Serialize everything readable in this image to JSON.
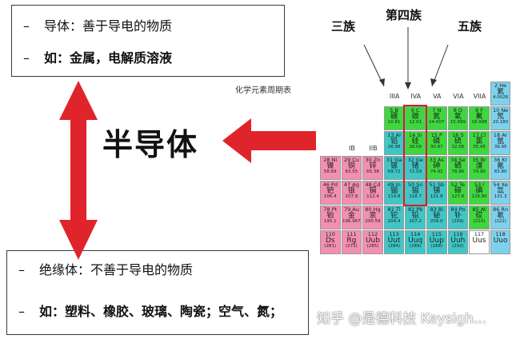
{
  "top_box": {
    "line1": "导体：善于导电的物质",
    "line2_prefix": "如：",
    "line2_text": "金属，电解质溶液"
  },
  "bottom_box": {
    "line1": "绝缘体：不善于导电的物质",
    "line2_prefix": "如：",
    "line2_text": "塑料、橡胶、玻璃、陶瓷；空气、氮；"
  },
  "bullet": "–",
  "center_label": "半导体",
  "column_labels": {
    "group3": "三族",
    "group4": "第四族",
    "group5": "五族"
  },
  "table_title": "化学元素周期表",
  "group_headers": [
    "IIIA",
    "IVA",
    "VA",
    "VIA",
    "VIIA",
    "IB",
    "IIB"
  ],
  "elements": [
    {
      "r": 0,
      "c": 8,
      "sym": "2 He",
      "name": "氦",
      "mass": "4.0026",
      "color": "#7cd2ee"
    },
    {
      "r": 1,
      "c": 3,
      "sym": "5 B",
      "name": "硼",
      "mass": "10.81",
      "color": "#3ed83e"
    },
    {
      "r": 1,
      "c": 4,
      "sym": "6 C",
      "name": "碳",
      "mass": "12.01",
      "color": "#3ed83e"
    },
    {
      "r": 1,
      "c": 5,
      "sym": "7 N",
      "name": "氮",
      "mass": "14.007",
      "color": "#3ed83e"
    },
    {
      "r": 1,
      "c": 6,
      "sym": "8 O",
      "name": "氧",
      "mass": "15.999",
      "color": "#3ed83e"
    },
    {
      "r": 1,
      "c": 7,
      "sym": "9 F",
      "name": "氟",
      "mass": "18.998",
      "color": "#3ed83e"
    },
    {
      "r": 1,
      "c": 8,
      "sym": "10 Ne",
      "name": "氖",
      "mass": "20.180",
      "color": "#7cd2ee"
    },
    {
      "r": 2,
      "c": 3,
      "sym": "13 Al",
      "name": "铝",
      "mass": "26.98",
      "color": "#3fc6c6"
    },
    {
      "r": 2,
      "c": 4,
      "sym": "14 Si",
      "name": "硅",
      "mass": "28.09",
      "color": "#3ed83e"
    },
    {
      "r": 2,
      "c": 5,
      "sym": "15 P",
      "name": "磷",
      "mass": "30.97",
      "color": "#3ed83e"
    },
    {
      "r": 2,
      "c": 6,
      "sym": "16 S",
      "name": "硫",
      "mass": "32.06",
      "color": "#3ed83e"
    },
    {
      "r": 2,
      "c": 7,
      "sym": "17 Cl",
      "name": "氯",
      "mass": "35.45",
      "color": "#3ed83e"
    },
    {
      "r": 2,
      "c": 8,
      "sym": "18 Ar",
      "name": "氩",
      "mass": "39.95",
      "color": "#7cd2ee"
    },
    {
      "r": 3,
      "c": 0,
      "sym": "28 Ni",
      "name": "镍",
      "mass": "58.69",
      "color": "#f48fb0"
    },
    {
      "r": 3,
      "c": 1,
      "sym": "29 Cu",
      "name": "铜",
      "mass": "63.55",
      "color": "#f48fb0"
    },
    {
      "r": 3,
      "c": 2,
      "sym": "30 Zn",
      "name": "锌",
      "mass": "65.38",
      "color": "#f48fb0"
    },
    {
      "r": 3,
      "c": 3,
      "sym": "31 Ga",
      "name": "镓",
      "mass": "69.72",
      "color": "#3fc6c6"
    },
    {
      "r": 3,
      "c": 4,
      "sym": "32 Ge",
      "name": "锗",
      "mass": "72.59",
      "color": "#3fc6c6"
    },
    {
      "r": 3,
      "c": 5,
      "sym": "33 As",
      "name": "砷",
      "mass": "74.92",
      "color": "#3ed83e"
    },
    {
      "r": 3,
      "c": 6,
      "sym": "34 Se",
      "name": "硒",
      "mass": "78.96",
      "color": "#3ed83e"
    },
    {
      "r": 3,
      "c": 7,
      "sym": "35 Br",
      "name": "溴",
      "mass": "79.90",
      "color": "#3ed83e"
    },
    {
      "r": 3,
      "c": 8,
      "sym": "36 Kr",
      "name": "氪",
      "mass": "83.80",
      "color": "#7cd2ee"
    },
    {
      "r": 4,
      "c": 0,
      "sym": "46 Pd",
      "name": "钯",
      "mass": "106.4",
      "color": "#f48fb0"
    },
    {
      "r": 4,
      "c": 1,
      "sym": "47 Ag",
      "name": "银",
      "mass": "107.9",
      "color": "#f48fb0"
    },
    {
      "r": 4,
      "c": 2,
      "sym": "48 Cd",
      "name": "镉",
      "mass": "112.4",
      "color": "#f48fb0"
    },
    {
      "r": 4,
      "c": 3,
      "sym": "49 In",
      "name": "铟",
      "mass": "114.8",
      "color": "#3fc6c6"
    },
    {
      "r": 4,
      "c": 4,
      "sym": "50 Sn",
      "name": "锡",
      "mass": "118.7",
      "color": "#3fc6c6"
    },
    {
      "r": 4,
      "c": 5,
      "sym": "51 Sb",
      "name": "锑",
      "mass": "121.8",
      "color": "#3fc6c6"
    },
    {
      "r": 4,
      "c": 6,
      "sym": "52 Te",
      "name": "碲",
      "mass": "127.6",
      "color": "#3ed83e"
    },
    {
      "r": 4,
      "c": 7,
      "sym": "53 I",
      "name": "碘",
      "mass": "126.90",
      "color": "#3ed83e"
    },
    {
      "r": 4,
      "c": 8,
      "sym": "54 Xe",
      "name": "氙",
      "mass": "131.3",
      "color": "#7cd2ee"
    },
    {
      "r": 5,
      "c": 0,
      "sym": "78 Pt",
      "name": "铂",
      "mass": "195.1",
      "color": "#f48fb0"
    },
    {
      "r": 5,
      "c": 1,
      "sym": "79 Au",
      "name": "金",
      "mass": "196.967",
      "color": "#f48fb0"
    },
    {
      "r": 5,
      "c": 2,
      "sym": "80 Hg",
      "name": "汞",
      "mass": "200.59",
      "color": "#f48fb0"
    },
    {
      "r": 5,
      "c": 3,
      "sym": "81 Tl",
      "name": "铊",
      "mass": "204.4",
      "color": "#3fc6c6"
    },
    {
      "r": 5,
      "c": 4,
      "sym": "82 Pb",
      "name": "铅",
      "mass": "207.2",
      "color": "#3fc6c6"
    },
    {
      "r": 5,
      "c": 5,
      "sym": "83 Bi",
      "name": "铋",
      "mass": "209.0",
      "color": "#3fc6c6"
    },
    {
      "r": 5,
      "c": 6,
      "sym": "84 Po",
      "name": "钋",
      "mass": "(209)",
      "color": "#3fc6c6"
    },
    {
      "r": 5,
      "c": 7,
      "sym": "85 At",
      "name": "砹",
      "mass": "(210)",
      "color": "#3ed83e"
    },
    {
      "r": 5,
      "c": 8,
      "sym": "86 Rn",
      "name": "氡",
      "mass": "(222)",
      "color": "#7cd2ee"
    },
    {
      "r": 6,
      "c": 0,
      "sym": "110",
      "name": "Ds",
      "mass": "(281)",
      "color": "#f48fb0"
    },
    {
      "r": 6,
      "c": 1,
      "sym": "111",
      "name": "Rg",
      "mass": "(272)",
      "color": "#f48fb0"
    },
    {
      "r": 6,
      "c": 2,
      "sym": "112",
      "name": "Uub",
      "mass": "(285)",
      "color": "#f48fb0"
    },
    {
      "r": 6,
      "c": 3,
      "sym": "113",
      "name": "Uut",
      "mass": "(284)",
      "color": "#3fc6c6"
    },
    {
      "r": 6,
      "c": 4,
      "sym": "114",
      "name": "Uuq",
      "mass": "(289)",
      "color": "#3fc6c6"
    },
    {
      "r": 6,
      "c": 5,
      "sym": "115",
      "name": "Uup",
      "mass": "(288)",
      "color": "#3fc6c6"
    },
    {
      "r": 6,
      "c": 6,
      "sym": "116",
      "name": "Uuh",
      "mass": "(292)",
      "color": "#3fc6c6"
    },
    {
      "r": 6,
      "c": 7,
      "sym": "117",
      "name": "Uus",
      "mass": "",
      "color": "#ffffff"
    },
    {
      "r": 6,
      "c": 8,
      "sym": "118",
      "name": "Uuo",
      "mass": "",
      "color": "#7cd2ee"
    }
  ],
  "watermark": "知乎 @是德科技 Keysigh...",
  "colors": {
    "arrow_red": "#e0242b",
    "highlight_box": "#c0282e"
  }
}
